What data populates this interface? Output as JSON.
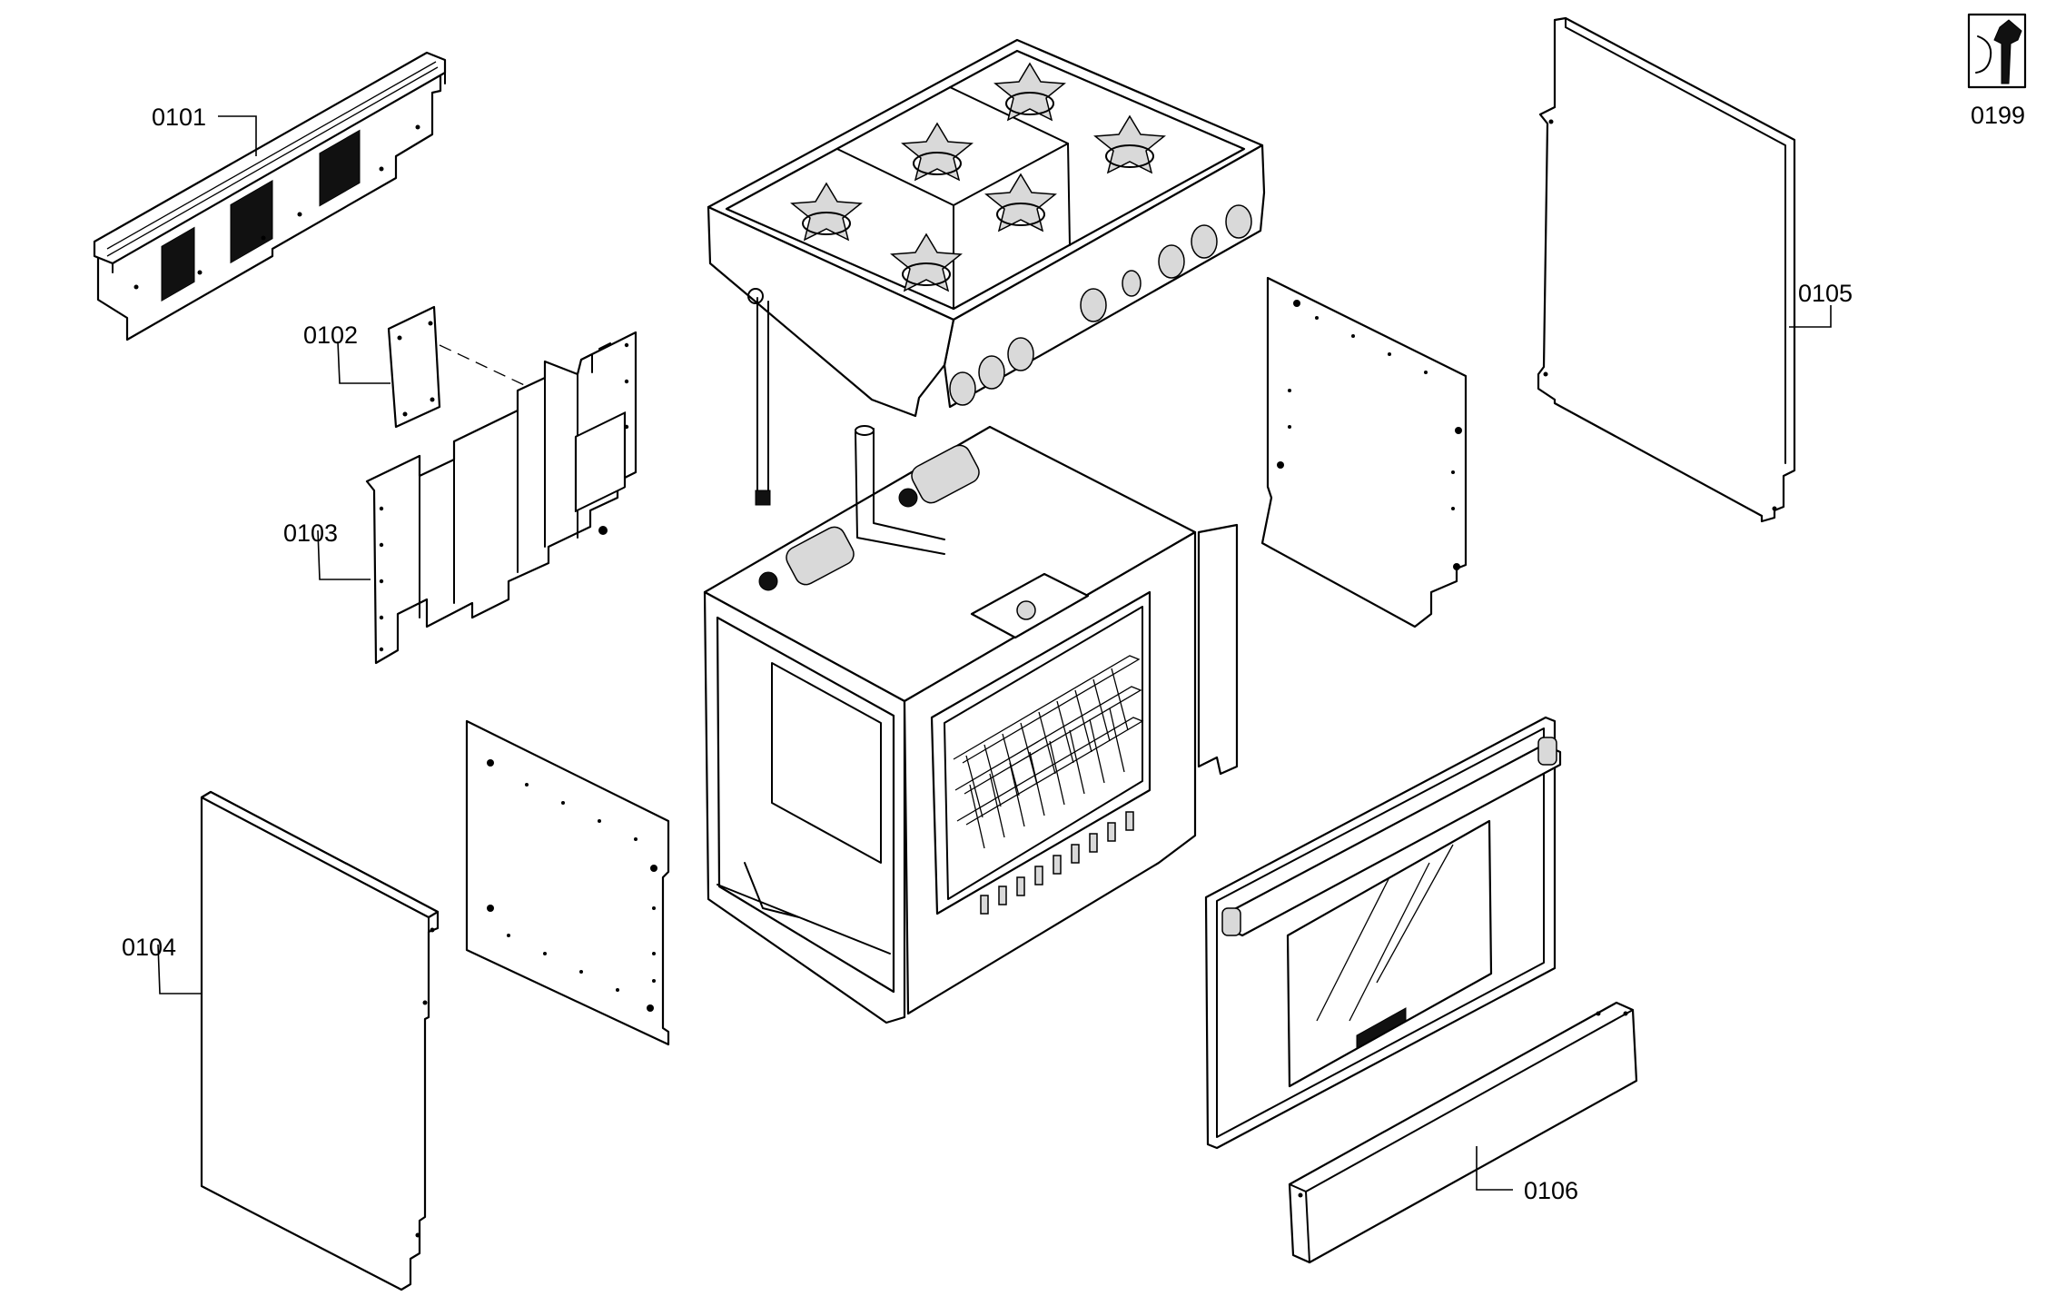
{
  "parts": [
    {
      "id": "0101",
      "label": "0101",
      "part": "rear-vent-panel"
    },
    {
      "id": "0102",
      "label": "0102",
      "part": "small-plate"
    },
    {
      "id": "0103",
      "label": "0103",
      "part": "rear-heat-shield"
    },
    {
      "id": "0104",
      "label": "0104",
      "part": "left-side-panel"
    },
    {
      "id": "0105",
      "label": "0105",
      "part": "right-side-panel"
    },
    {
      "id": "0106",
      "label": "0106",
      "part": "kick-plate"
    },
    {
      "id": "0199",
      "label": "0199",
      "part": "service-tools-icon"
    }
  ]
}
